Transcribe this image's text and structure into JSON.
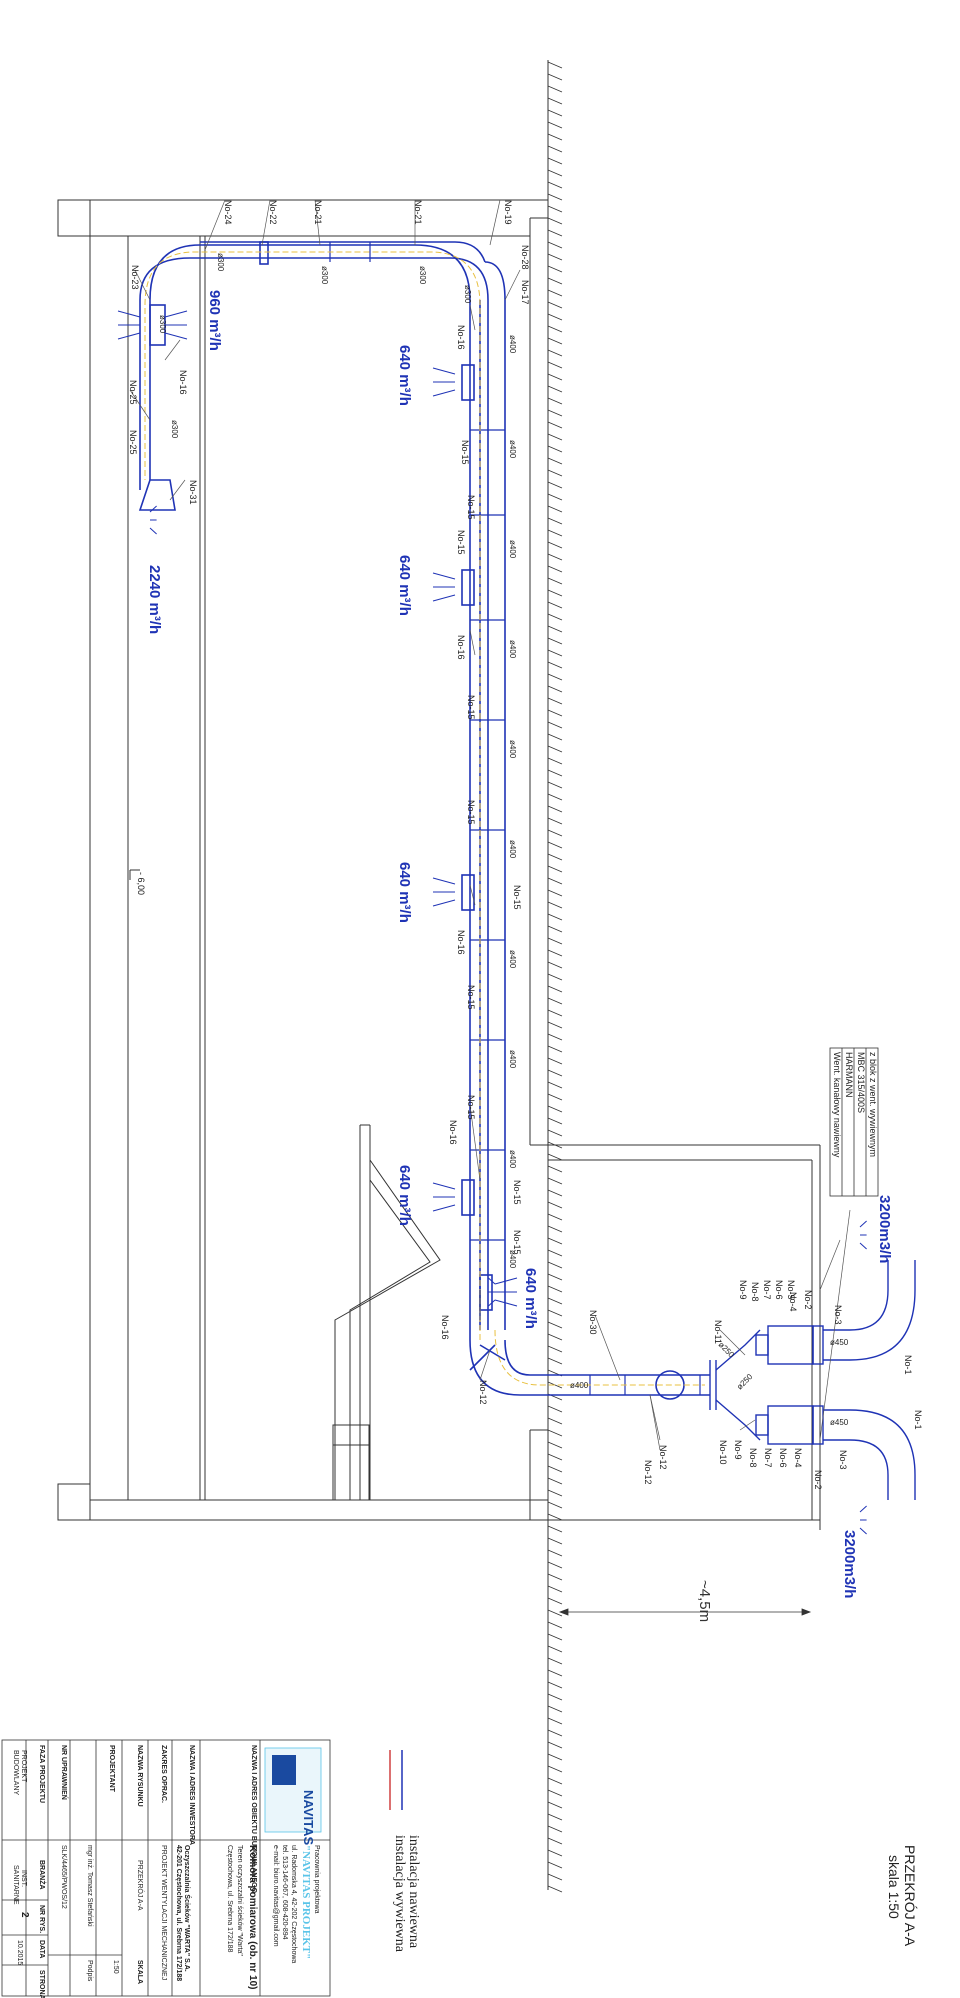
{
  "scale": {
    "title": "PRZEKRÓJ A-A",
    "sub": "skala 1:50"
  },
  "legend": {
    "supply": "instalacja nawiewna",
    "exhaust": "instalacja wywiewna",
    "supply_color": "#1f33b5",
    "exhaust_color": "#d04040"
  },
  "flows": {
    "f960": "960 m³/h",
    "f2240": "2240 m³/h",
    "f640_1": "640 m³/h",
    "f640_2": "640 m³/h",
    "f640_3": "640 m³/h",
    "f640_4": "640 m³/h",
    "f640_5": "640 m³/h",
    "f3200_top": "3200m3/h",
    "f3200_bot": "3200m3/h"
  },
  "labels": {
    "no24": "No-24",
    "no22": "No-22",
    "no21a": "No-21",
    "no21b": "No-21",
    "no19": "No-19",
    "no28": "No-28",
    "no17": "No-17",
    "no23": "No-23",
    "no16a": "No-16",
    "no16b": "No-16",
    "no25a": "No-25",
    "no25b": "No-25",
    "no31": "No-31",
    "no15a": "No-15",
    "no15b": "No-15",
    "no15c": "No-15",
    "no16c": "No-16",
    "no15d": "No-15",
    "no15e": "No-15",
    "no16d": "No-16",
    "no15f": "No-15",
    "no15g": "No-15",
    "no15h": "No-15",
    "no16e": "No-16",
    "no15i": "No-15",
    "no15j": "No-15",
    "no16f": "No-16",
    "no12a": "No-12",
    "no30": "No-30",
    "no11": "No-11",
    "no12b": "No-12",
    "no12c": "No-12",
    "no9a": "No-9",
    "no8a": "No-8",
    "no7a": "No-7",
    "no6a": "No-6",
    "no5a": "No-5",
    "no4a": "No-4",
    "no2a": "No-2",
    "no3a": "No-3",
    "no1a": "No-1",
    "no10": "No-10",
    "no9b": "No-9",
    "no8b": "No-8",
    "no7b": "No-7",
    "no6b": "No-6",
    "no4b": "No-4",
    "no3b": "No-3",
    "no2b": "No-2",
    "no1b": "No-1",
    "level": "- 6,00",
    "dim45": "~4,5m"
  },
  "dims": {
    "d300a": "ø300",
    "d300b": "ø300",
    "d300c": "ø300",
    "d300d": "ø300",
    "d300e": "ø300",
    "d300f": "ø300",
    "d400": "ø400",
    "d450a": "ø450",
    "d450b": "ø450",
    "d250a": "ø250",
    "d250b": "ø250",
    "d400h": "ø400"
  },
  "unit_box": {
    "line1": "Went. kanałowy nawiewny",
    "line2": "HARMANN",
    "line3": "MBC 315/400S",
    "line4": "z blok z went. wywiewnym"
  },
  "title_block": {
    "company_line1": "Pracownia projektowa",
    "company_name": "\"NAVITAS PROJEKT\"",
    "company_addr": "ul. Radomska 4, 42-202 Częstochowa",
    "company_tel": "tel. 513-146-067, 608-420-894",
    "company_mail": "e-mail: biuro.navitas@gmail.com",
    "logo": "NAVITAS",
    "obj_label": "NAZWA I ADRES OBIEKTU BUDOWLANEGO",
    "obj_value1": "Komora pomiarowa (ob. nr 10)",
    "obj_value2": "Teren oczyszczalni ścieków \"Warta\"",
    "obj_value3": "Częstochowa, ul. Srebrna 172/188",
    "inv_label": "NAZWA I ADRES INWESTORA",
    "inv_value1": "Oczyszczalnia Ścieków \"WARTA\" S.A.",
    "inv_value2": "42-201 Częstochowa, ul. Srebrna 172/188",
    "scope_label": "ZAKRES OPRAC.",
    "scope_value": "PROJEKT WENTYLACJI MECHANICZNEJ",
    "name_label": "NAZWA RYSUNKU",
    "name_value": "PRZEKRÓJ A-A",
    "scale_label": "SKALA",
    "scale_value": "1:50",
    "designer_label": "PROJEKTANT",
    "designer_value": "mgr inż. Tomasz Stefański",
    "sign_label": "Podpis",
    "perm_label": "NR UPRAWNIEŃ",
    "perm_value": "SLK/4465/PWOS/12",
    "phase_label": "FAZA PROJEKTU",
    "phase_value1": "PROJEKT",
    "phase_value2": "BUDOWLANY",
    "branch_label": "BRANŻA",
    "branch_value1": "INST.",
    "branch_value2": "SANITARNE",
    "drw_label": "NR RYS.",
    "drw_value": "2",
    "date_label": "DATA",
    "date_value": "10.2015",
    "page_label": "STRONA"
  }
}
